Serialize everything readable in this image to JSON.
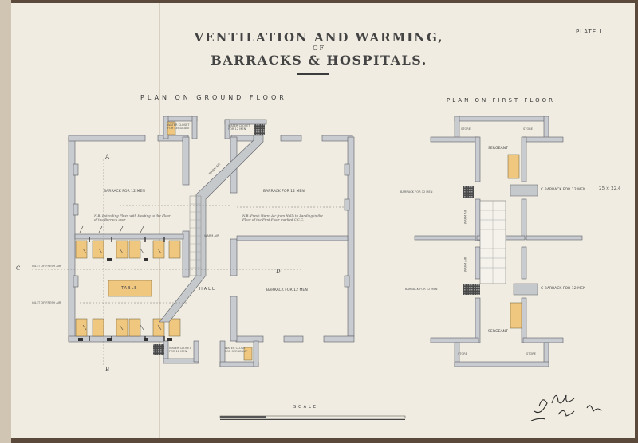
{
  "header": {
    "title_line1": "VENTILATION AND WARMING,",
    "title_line2": "OF",
    "title_line3": "BARRACKS & HOSPITALS.",
    "plate": "PLATE I."
  },
  "ground_plan": {
    "heading": "PLAN ON GROUND FLOOR",
    "rooms": {
      "barrack_nw": "BARRACK FOR 12 MEN",
      "barrack_ne": "BARRACK FOR 12 MEN",
      "barrack_se": "BARRACK FOR 12 MEN",
      "table": "TABLE",
      "hall": "HALL",
      "water_closet_top_left": "WATER CLOSET FOR SERGEANT",
      "water_closet_top_right": "WATER CLOSET FOR 12 MEN",
      "water_closet_bottom_left": "WATER CLOSET FOR 12 MEN",
      "water_closet_bottom_right": "WATER CLOSET FOR SERGEANT",
      "main_duct": "WARM AIR",
      "duct_label": "WARM AIR"
    },
    "notes": {
      "note_left": "N.B. Extending Flues with Heating to the Floor of the Barrack over",
      "note_right": "N.B. Fresh Warm Air from Halls to Landing in the Floor of the First Floor marked C.C.C."
    },
    "letters": {
      "a": "A",
      "b": "B",
      "c": "C",
      "d": "D"
    },
    "side_labels": {
      "inlet_upper": "INLET OF FRESH AIR",
      "inlet_lower": "INLET OF FRESH AIR"
    }
  },
  "first_plan": {
    "heading": "PLAN ON FIRST FLOOR",
    "rooms": {
      "store_tl": "STORE",
      "store_tr": "STORE",
      "sergeant_top": "SERGEANT",
      "sergeant_bottom": "SERGEANT",
      "barrack_w_top": "BARRACK FOR 12 MEN",
      "barrack_e_top": "C BARRACK FOR 12 MEN",
      "barrack_w_bottom": "BARRACK FOR 12 MEN",
      "barrack_e_bottom": "C BARRACK FOR 12 MEN",
      "store_bl": "STORE",
      "store_br": "STORE",
      "warm_air_upper": "WARM AIR",
      "warm_air_lower": "WARM AIR"
    },
    "dimension": "25 × 22.4"
  },
  "scale": {
    "label": "SCALE"
  },
  "signature": {
    "line1": "J. Jebb",
    "line2": "Col. R. Engr."
  },
  "colors": {
    "paper": "#f0ece1",
    "wall": "#c8cbd0",
    "wall_edge": "#5d6066",
    "ochre": "#efc77f",
    "duct": "#c6c9cb"
  }
}
